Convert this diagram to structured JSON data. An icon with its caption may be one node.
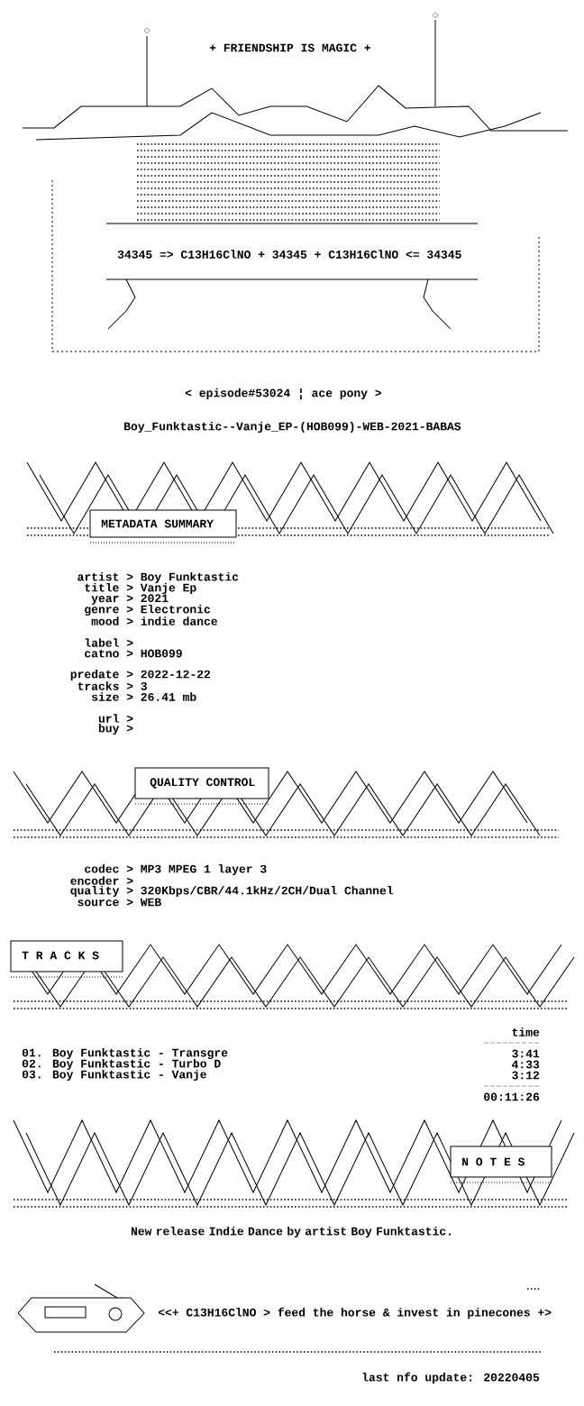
{
  "diagram": {
    "labels": [
      "+ FRIENDSHIP IS MAGIC +",
      "34345 => C13H16ClNO + 34345 + C13H16ClNO <= 34345",
      "< episode#53024 ¦ ace pony >",
      "Boy_Funktastic--Vanje_EP-(HOB099)-WEB-2021-BABAS",
      "METADATA SUMMARY",
      "artist > Boy Funktastic",
      "title > Vanje Ep",
      "year > 2021",
      "genre > Electronic",
      "mood > indie dance",
      "label >",
      "catno > HOB099",
      "predate > 2022-12-22",
      "tracks > 3",
      "size > 26.41 mb",
      "url >",
      "buy >",
      "QUALITY CONTROL",
      "codec > MP3 MPEG 1 layer 3",
      "encoder >",
      "quality > 320Kbps/CBR/44.1kHz/2CH/Dual Channel",
      "source > WEB",
      "T R A C K S",
      "time",
      "01. Boy Funktastic - Transgre",
      "02. Boy Funktastic - Turbo D",
      "03. Boy Funktastic - Vanje",
      "3:41",
      "4:33",
      "3:12",
      "00:11:26",
      "N O T E S",
      "New release Indie Dance by artist Boy Funktastic.",
      "<<+ C13H16ClNO > feed the horse & invest in pinecones +>",
      "last nfo update: 20220405"
    ]
  }
}
